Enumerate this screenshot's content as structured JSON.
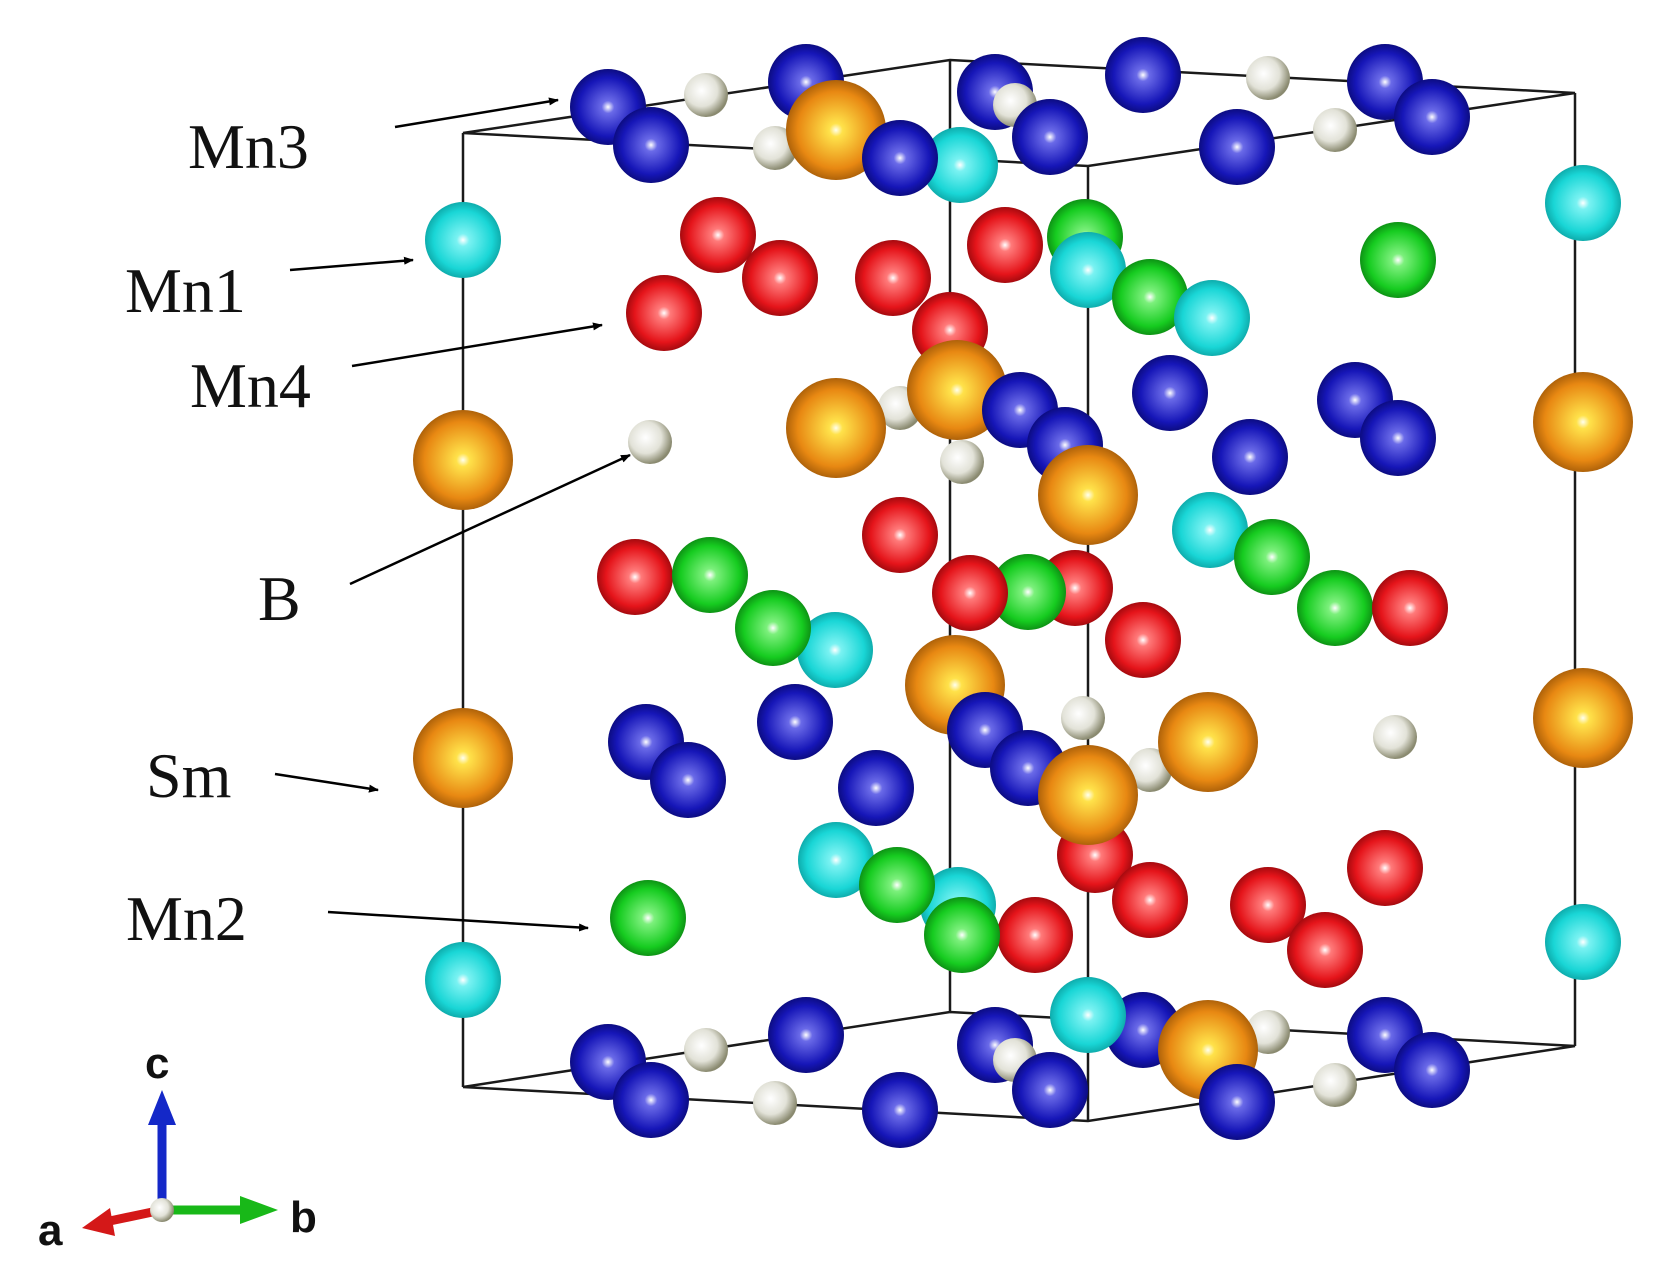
{
  "labels": {
    "mn3": "Mn3",
    "mn1": "Mn1",
    "mn4": "Mn4",
    "b": "B",
    "sm": "Sm",
    "mn2": "Mn2"
  },
  "axes": {
    "a": "a",
    "b": "b",
    "c": "c"
  },
  "colors": {
    "Mn1": "#19d6d6",
    "Mn2": "#16cc20",
    "Mn3": "#1616b8",
    "Mn4": "#e5141a",
    "Sm": "#e88812",
    "B": "#d8d8cc",
    "axis_a": "#d41818",
    "axis_b": "#18b818",
    "axis_c": "#1428c8"
  }
}
